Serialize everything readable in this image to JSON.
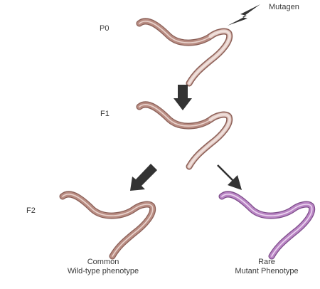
{
  "labels": {
    "p0": "P0",
    "f1": "F1",
    "f2": "F2",
    "mutagen": "Mutagen"
  },
  "captions": {
    "wildtype_line1": "Common",
    "wildtype_line2": "Wild-type phenotype",
    "mutant_line1": "Rare",
    "mutant_line2": "Mutant Phenotype"
  },
  "colors": {
    "wildtype_body": "#b98d83",
    "wildtype_edge": "#8a5f57",
    "wildtype_gut": "#e9d3cd",
    "mutant_body": "#b985c4",
    "mutant_edge": "#7d4d8a",
    "mutant_gut": "#ecd6f0",
    "arrow": "#333333"
  },
  "icons": {
    "mutagen": "lightning-bolt-icon"
  }
}
